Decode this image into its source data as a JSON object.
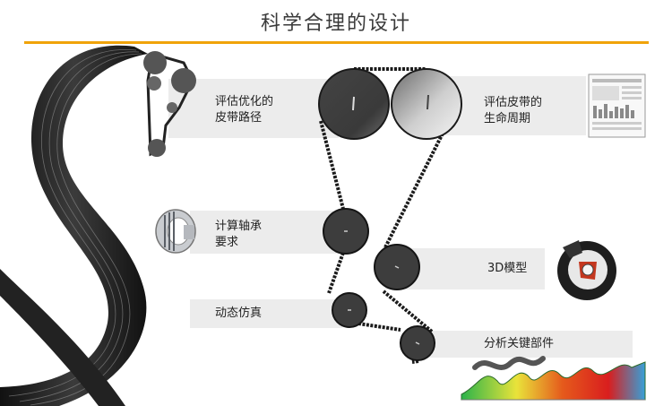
{
  "title": "科学合理的设计",
  "colors": {
    "accent_rule": "#f0a30a",
    "panel": "#ececec",
    "pulley": "#3d3d3d",
    "belt": "#1b1b1b"
  },
  "steps": [
    {
      "line1": "评估优化的",
      "line2": "皮带路径"
    },
    {
      "line1": "评估皮带的",
      "line2": "生命周期"
    },
    {
      "line1": "计算轴承",
      "line2": "要求"
    },
    {
      "line1": "3D模型",
      "line2": ""
    },
    {
      "line1": "动态仿真",
      "line2": ""
    },
    {
      "line1": "分析关键部件",
      "line2": ""
    }
  ],
  "pictures": [
    "ribbed-belt-image",
    "belt-drive-sketch-icon",
    "lifecycle-datasheet-image",
    "bearing-icon",
    "tensioner-3d-model-image",
    "fea-simulation-image"
  ]
}
